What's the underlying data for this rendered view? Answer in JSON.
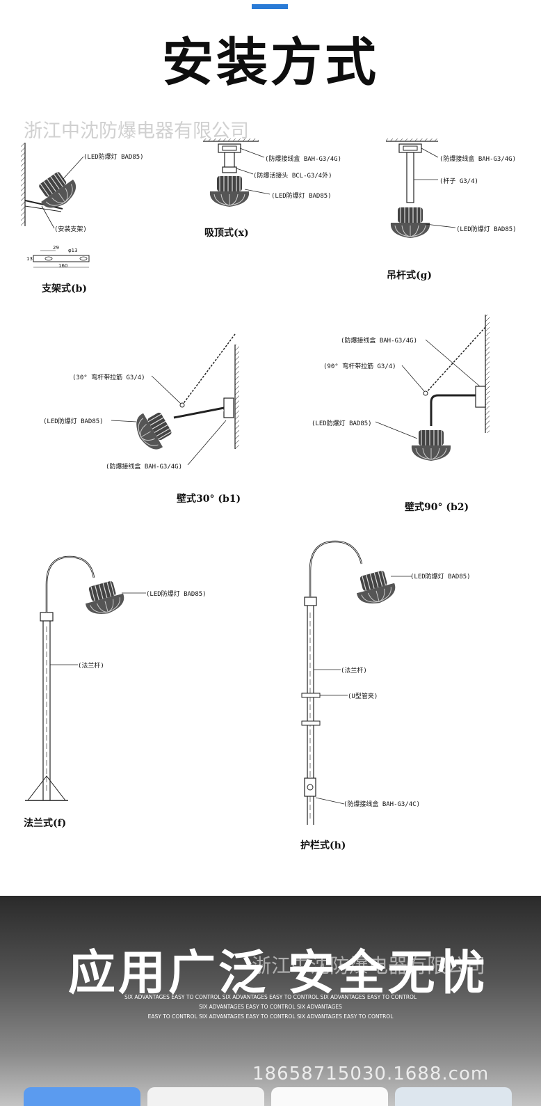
{
  "header": {
    "title": "安装方式"
  },
  "watermarks": {
    "top": "浙江中沈防爆电器有限公司",
    "band": "浙江中沈防爆电器有限公司"
  },
  "diagrams": {
    "b": {
      "caption": "支架式(b)",
      "labels": [
        "(LED防爆灯 BAD85)",
        "(安装支架)"
      ],
      "dims": [
        "29",
        "φ13",
        "160",
        "13"
      ]
    },
    "x": {
      "caption": "吸顶式(x)",
      "labels": [
        "(防爆接线盒 BAH-G3/4G)",
        "(防爆活接头 BCL-G3/4外)",
        "(LED防爆灯 BAD85)"
      ]
    },
    "g": {
      "caption": "吊杆式(g)",
      "labels": [
        "(防爆接线盒 BAH-G3/4G)",
        "(杆子 G3/4)",
        "(LED防爆灯 BAD85)"
      ]
    },
    "b1": {
      "caption": "壁式30° (b1)",
      "labels": [
        "(30° 弯杆带拉筋 G3/4)",
        "(LED防爆灯 BAD85)",
        "(防爆接线盒 BAH-G3/4G)"
      ]
    },
    "b2": {
      "caption": "壁式90° (b2)",
      "labels": [
        "(防爆接线盒 BAH-G3/4G)",
        "(90° 弯杆带拉筋 G3/4)",
        "(LED防爆灯 BAD85)"
      ]
    },
    "f": {
      "caption": "法兰式(f)",
      "labels": [
        "(LED防爆灯 BAD85)",
        "(法兰杆)"
      ]
    },
    "h": {
      "caption": "护栏式(h)",
      "labels": [
        "(LED防爆灯 BAD85)",
        "(法兰杆)",
        "(U型管夹)",
        "(防爆接线盒 BAH-G3/4C)"
      ]
    }
  },
  "band": {
    "title": "应用广泛 安全无忧",
    "sub_lines": [
      "SIX ADVANTAGES EASY TO CONTROL SIX ADVANTAGES EASY TO CONTROL SIX ADVANTAGES EASY TO CONTROL",
      "SIX ADVANTAGES EASY TO CONTROL SIX ADVANTAGES",
      "EASY TO CONTROL SIX ADVANTAGES EASY TO CONTROL SIX ADVANTAGES EASY TO CONTROL"
    ],
    "phone": "18658715030.1688.com"
  },
  "colors": {
    "accent": "#2a7bd6",
    "card_colors": [
      "#5b9bef",
      "#f2f2f2",
      "#fafafa",
      "#dde6ee"
    ]
  }
}
